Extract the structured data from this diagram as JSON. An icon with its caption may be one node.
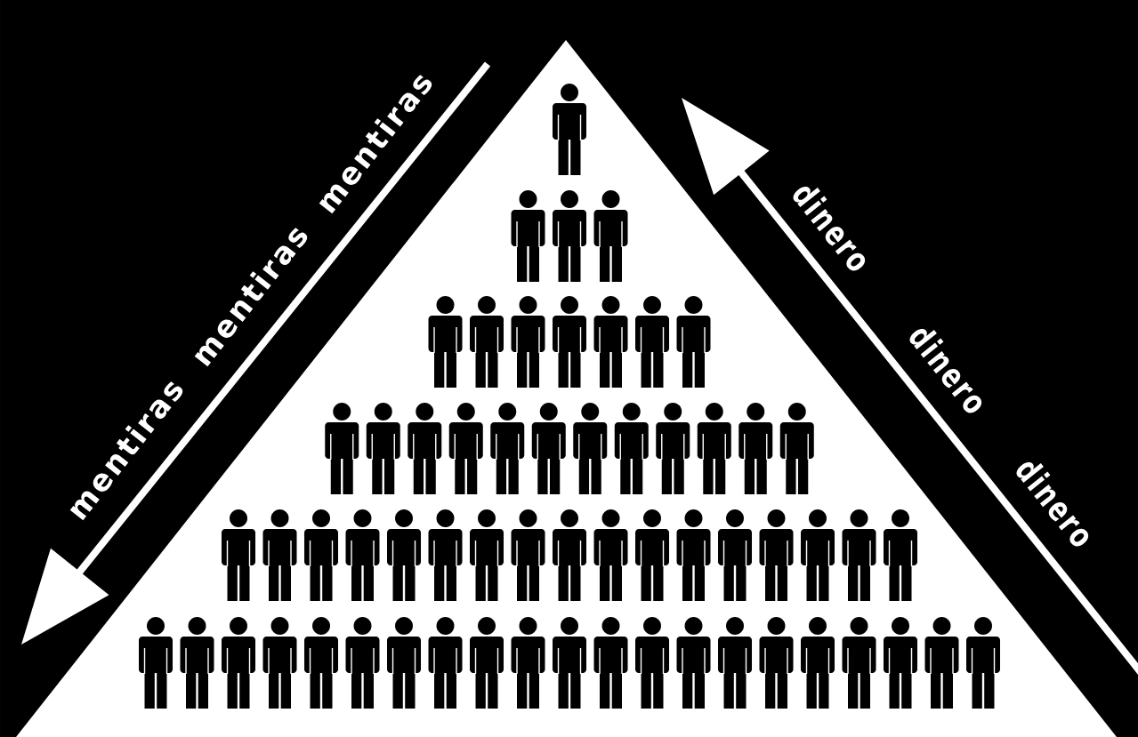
{
  "diagram": {
    "labels": [
      "mentiras",
      "mentiras",
      "mentiras",
      "dinero",
      "dinero",
      "dinero"
    ]
  }
}
